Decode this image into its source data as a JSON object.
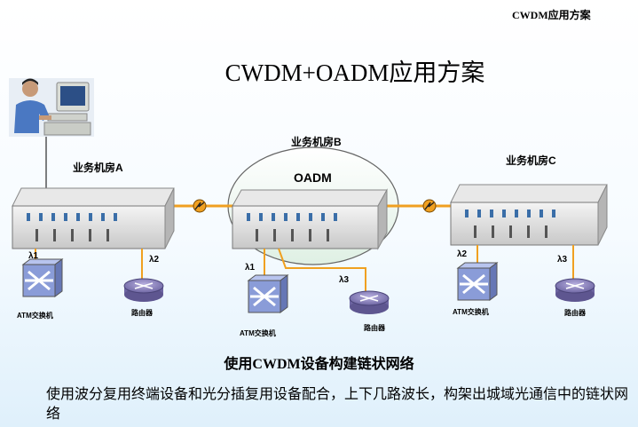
{
  "header": {
    "corner_title": "CWDM应用方案",
    "main_title": "CWDM+OADM应用方案"
  },
  "sites": {
    "a": "业务机房A",
    "b": "业务机房B",
    "c": "业务机房C"
  },
  "oadm_label": "OADM",
  "wavelengths": {
    "a1": "λ1",
    "a2": "λ2",
    "b1": "λ1",
    "b3": "λ3",
    "c2": "λ2",
    "c3": "λ3"
  },
  "devices": {
    "atm_a": "ATM交换机",
    "router_a": "路由器",
    "atm_b": "ATM交换机",
    "router_b": "路由器",
    "atm_c": "ATM交换机",
    "router_c": "路由器"
  },
  "caption": "使用CWDM设备构建链状网络",
  "description": "使用波分复用终端设备和光分插复用设备配合，上下几路波长，构架出城域光通信中的链状网络",
  "colors": {
    "fiber": "#f0a020",
    "oval": "#eaf6ee",
    "switch": "#8a9cd8",
    "router": "#8f86bf"
  }
}
